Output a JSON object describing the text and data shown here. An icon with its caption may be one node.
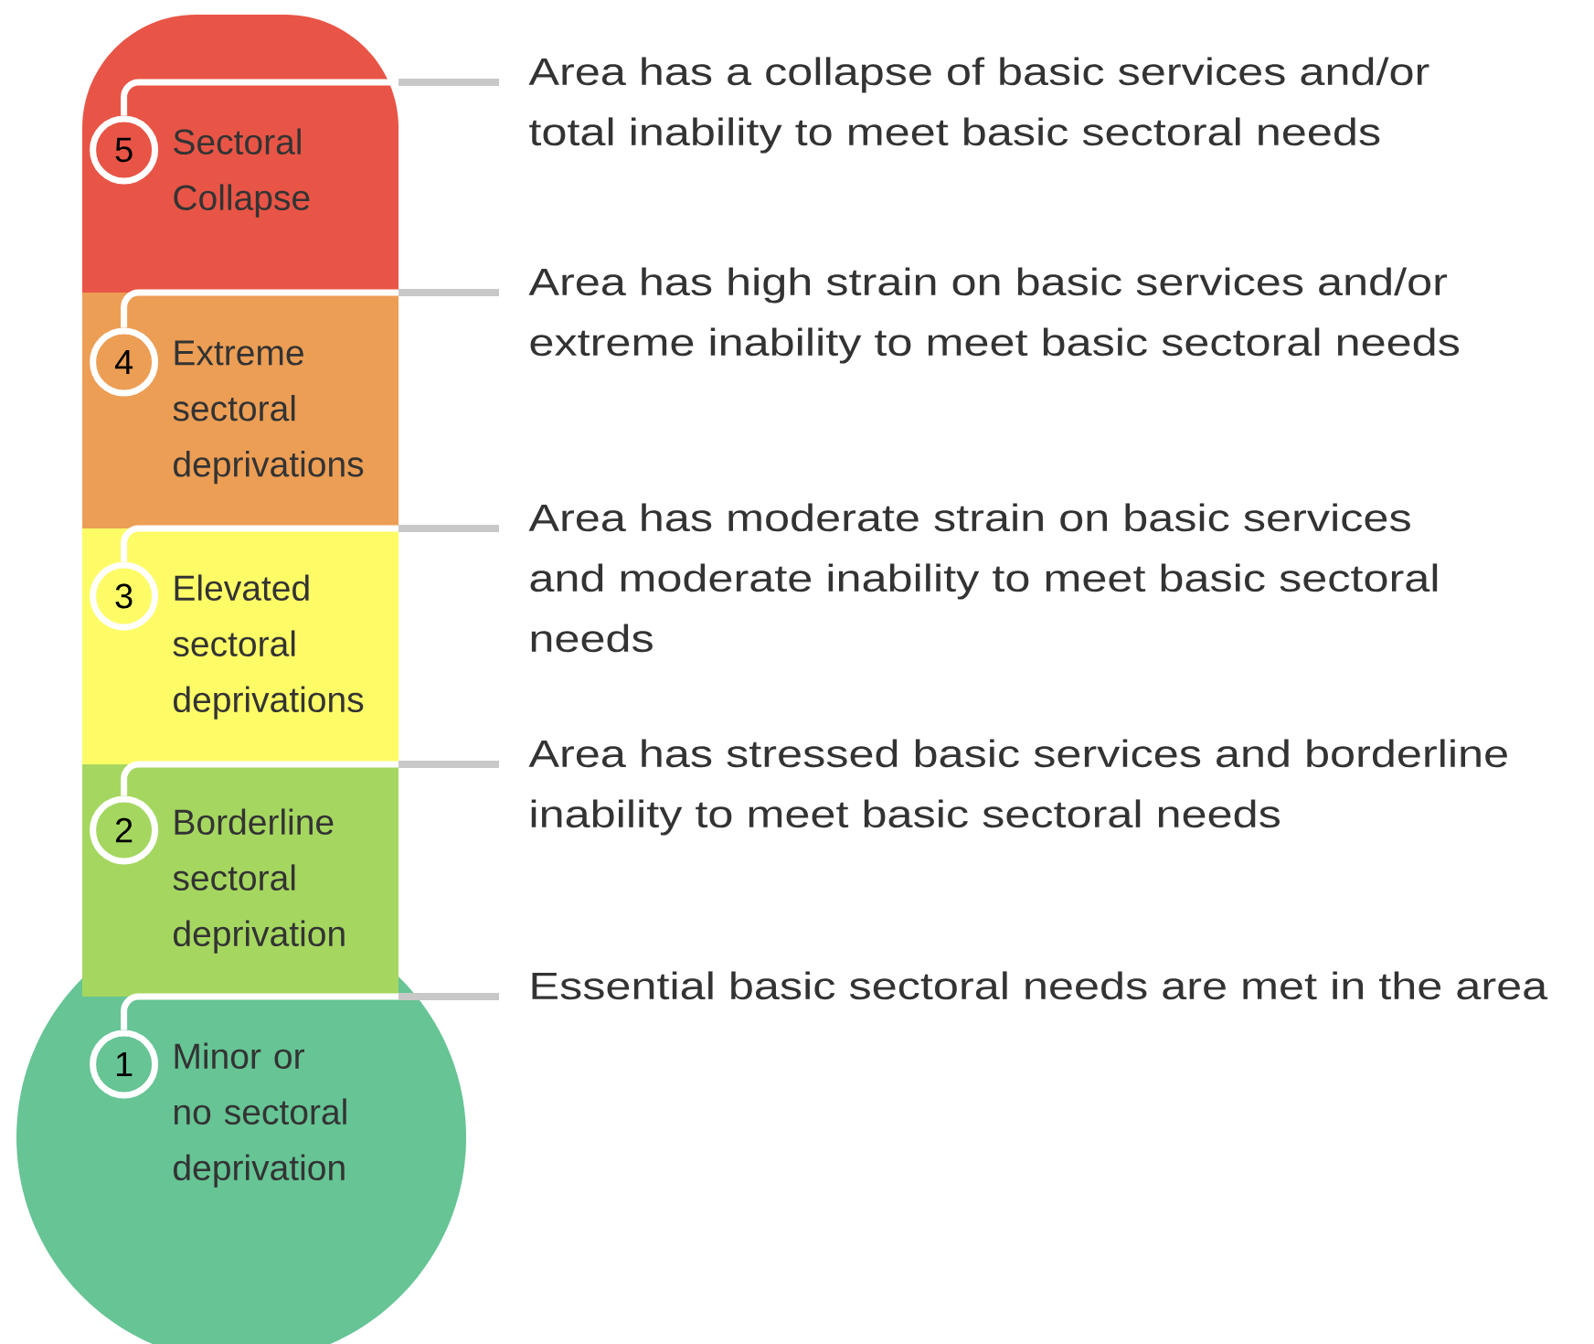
{
  "diagram": {
    "nodes": [
      {
        "text": [
          "Sectoral Collapse"
        ]
      },
      {
        "text": [
          "5"
        ],
        "in": 0
      },
      {
        "text": [
          "Area has a collapse of basic services and/or total inability to meet basic sectoral needs"
        ]
      },
      {
        "text": [
          "Extreme sectoral deprivations"
        ]
      },
      {
        "text": [
          "4"
        ],
        "in": 3
      },
      {
        "text": [
          "Area has high strain on basic services and/or extreme inability to meet basic sectoral needs"
        ]
      },
      {
        "text": [
          "Elevated sectoral deprivations"
        ]
      },
      {
        "text": [
          "3"
        ],
        "in": 6
      },
      {
        "text": [
          "Area has moderate strain on basic services and moderate inability to meet basic sectoral needs"
        ]
      },
      {
        "text": [
          "Borderline sectoral deprivation"
        ]
      },
      {
        "text": [
          "2"
        ],
        "in": 9
      },
      {
        "text": [
          "Area has stressed basic services and borderline inability to meet basic sectoral needs"
        ]
      },
      {
        "text": [
          "Minor or no sectoral deprivation"
        ]
      },
      {
        "text": [
          "1"
        ],
        "in": 12
      },
      {
        "text": [
          "Essential basic sectoral needs are met in the area"
        ]
      }
    ],
    "edges": [
      {
        "from": 1,
        "to": 2,
        "arrow": "none"
      },
      {
        "from": 4,
        "to": 5,
        "arrow": "none"
      },
      {
        "from": 7,
        "to": 8,
        "arrow": "none"
      },
      {
        "from": 10,
        "to": 11,
        "arrow": "none"
      },
      {
        "from": 13,
        "to": 14,
        "arrow": "none"
      }
    ]
  }
}
